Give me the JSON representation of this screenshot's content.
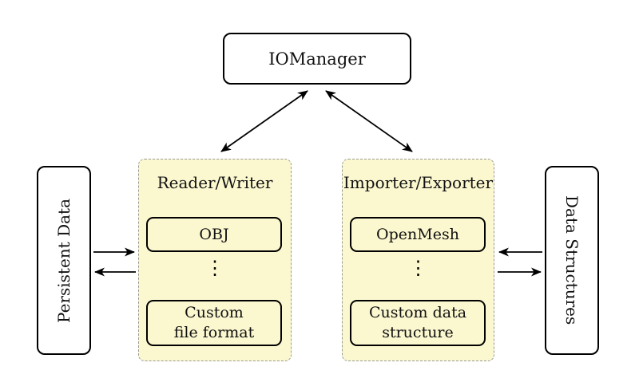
{
  "canvas": {
    "background": "#ffffff",
    "group_fill": "#fbf8d0",
    "group_border": "#9a9a9a",
    "line_color": "#000000"
  },
  "iomanager": {
    "label": "IOManager"
  },
  "reader_writer": {
    "title": "Reader/Writer",
    "items": [
      {
        "label": "OBJ"
      },
      {
        "label": "Custom\nfile format"
      }
    ],
    "dots": "⋮"
  },
  "importer_exporter": {
    "title": "Importer/Exporter",
    "items": [
      {
        "label": "OpenMesh"
      },
      {
        "label": "Custom data\nstructure"
      }
    ],
    "dots": "⋮"
  },
  "persistent_data": {
    "label": "Persistent Data"
  },
  "data_structures": {
    "label": "Data Structures"
  }
}
